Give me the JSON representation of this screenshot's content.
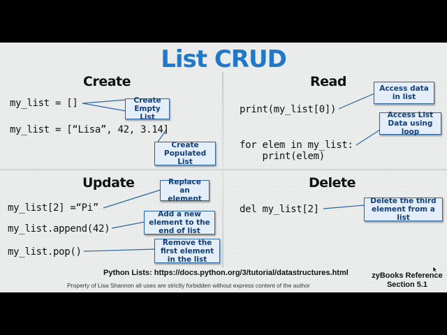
{
  "title": "List CRUD",
  "create": {
    "heading": "Create",
    "line1": "my_list = []",
    "line2": "my_list = [“Lisa”, 42, 3.14]",
    "callout1": "Create Empty List",
    "callout2": "Create Populated List"
  },
  "read": {
    "heading": "Read",
    "line1": "print(my_list[0])",
    "line2": "for elem in my_list:",
    "line3": "    print(elem)",
    "callout1": "Access data in list",
    "callout2": "Access List Data using loop"
  },
  "update": {
    "heading": "Update",
    "line1": "my_list[2] =“Pi”",
    "line2": "my_list.append(42)",
    "line3": "my_list.pop()",
    "callout1": "Replace an element",
    "callout2": "Add a new element to the end of list",
    "callout3": "Remove the first element in the list"
  },
  "delete": {
    "heading": "Delete",
    "line1": "del my_list[2]",
    "callout1": "Delete the third element from a list"
  },
  "footer": {
    "reference": "Python Lists:  https://docs.python.org/3/tutorial/datastructures.html",
    "copyright": "Property of Lisa Shannon all uses are strictly forbidden without express content of the author",
    "zybooks_line1": "zyBooks Reference",
    "zybooks_line2": "Section 5.1"
  },
  "colors": {
    "title": "#1f78c8",
    "callout_border": "#2b64a0",
    "callout_fill": "#e4eef8"
  }
}
